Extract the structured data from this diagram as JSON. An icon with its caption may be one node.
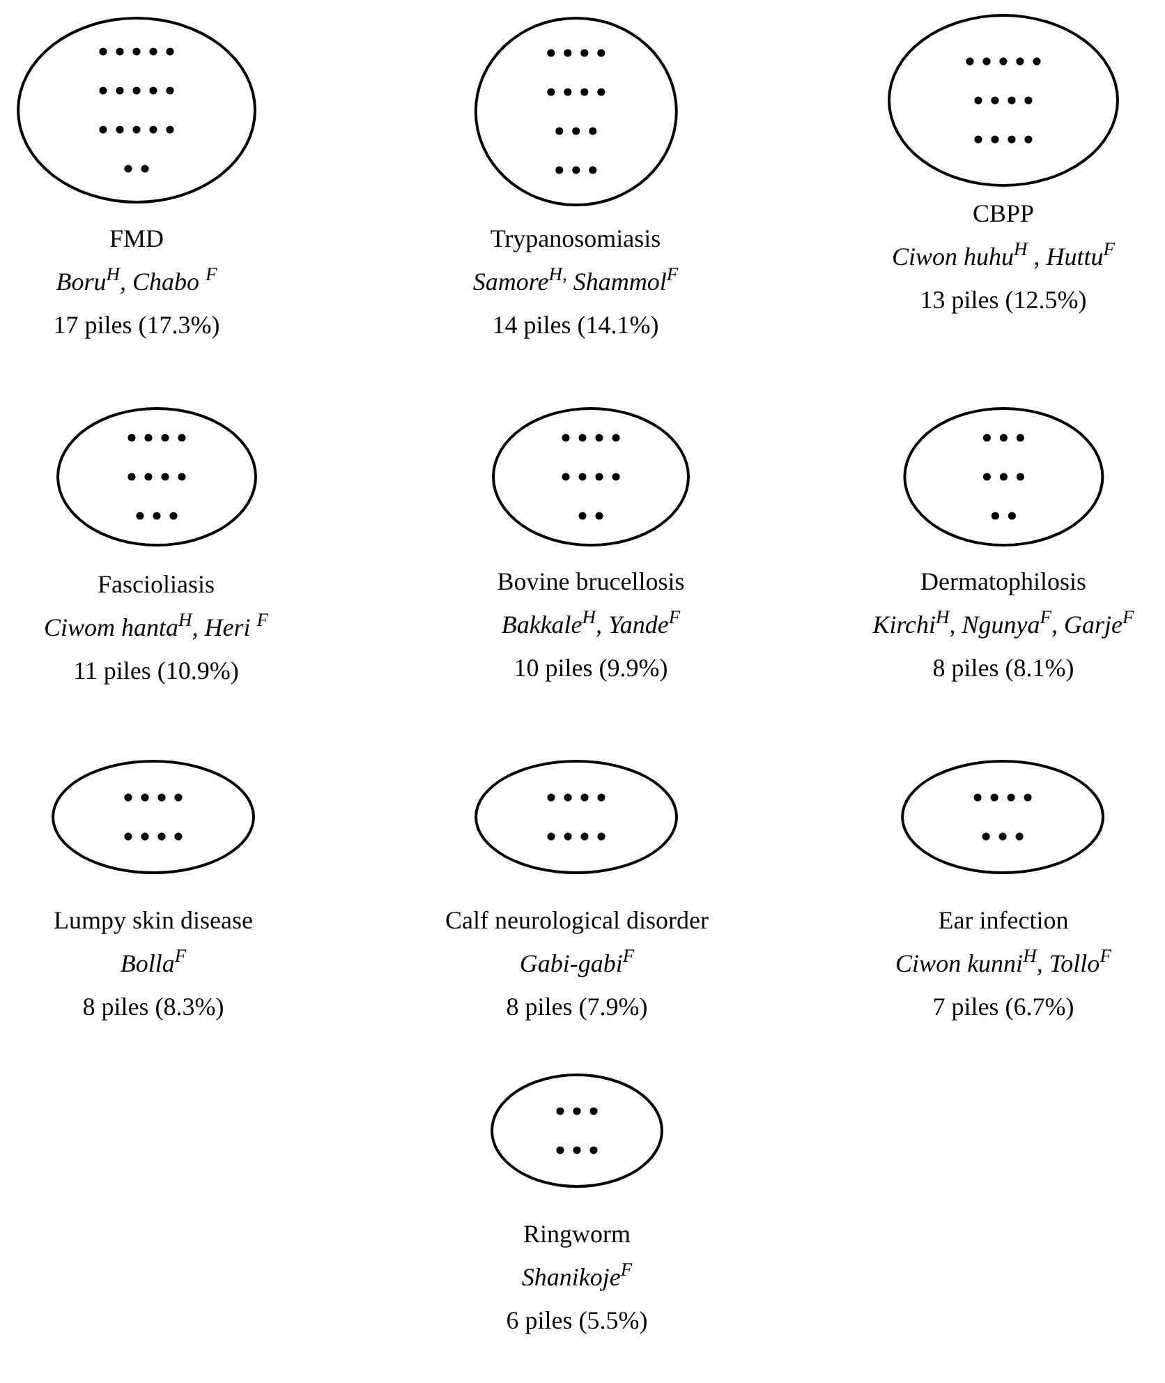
{
  "diagram": {
    "nodes": [
      {
        "text": [
          "FMD",
          "Boru$^{H}$, Chabo $^{F}$",
          "17 piles (17.3%)"
        ]
      },
      {
        "text": [
          "Trypanosomiasis",
          "Samore$^{H,}$ Shammol$^{F}$",
          "14 piles (14.1%)"
        ]
      },
      {
        "text": [
          "CBPP",
          "Ciwon huhu$^{H}$ , Huttu$^{F}$",
          "13 piles (12.5%)"
        ]
      },
      {
        "text": [
          "Fascioliasis",
          "Ciwom hanta$^{H}$, Heri $^{F}$",
          "11 piles (10.9%)"
        ]
      },
      {
        "text": [
          "Bovine brucellosis",
          "Bakkale$^{H}$, Yande$^{F}$",
          "10 piles (9.9%)"
        ]
      },
      {
        "text": [
          "Dermatophilosis",
          "Kirchi$^{H}$, Ngunya$^{F}$, Garje$^{F}$",
          "8 piles (8.1%)"
        ]
      },
      {
        "text": [
          "Lumpy skin disease",
          "Bolla$^{F}$",
          "8 piles (8.3%)"
        ]
      },
      {
        "text": [
          "Calf neurological disorder",
          "Gabi-gabi$^{F}$",
          "8 piles (7.9%)"
        ]
      },
      {
        "text": [
          "Ear infection",
          "Ciwon kunni$^{H}$, Tollo$^{F}$",
          "7 piles (6.7%)"
        ]
      },
      {
        "text": [
          "Ringworm",
          "Shanikoje$^{F}$",
          "6 piles (5.5%)"
        ]
      }
    ]
  }
}
